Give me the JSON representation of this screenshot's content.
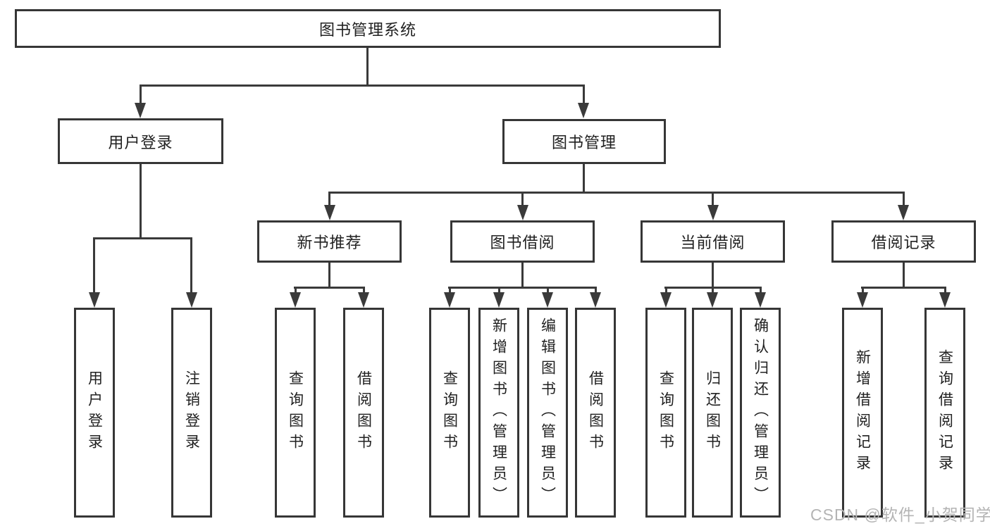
{
  "nodes": {
    "root": {
      "label": "图书管理系统"
    },
    "user_login": {
      "label": "用户登录"
    },
    "book_mgmt": {
      "label": "图书管理"
    },
    "new_book_rec": {
      "label": "新书推荐"
    },
    "book_borrow": {
      "label": "图书借阅"
    },
    "current_borrow": {
      "label": "当前借阅"
    },
    "borrow_records": {
      "label": "借阅记录"
    },
    "leaf_user_login": {
      "label": "用户登录"
    },
    "leaf_logout": {
      "label": "注销登录"
    },
    "leaf_nbr_query": {
      "label": "查询图书"
    },
    "leaf_nbr_borrow": {
      "label": "借阅图书"
    },
    "leaf_bb_query": {
      "label": "查询图书"
    },
    "leaf_bb_add": {
      "label": "新增图书（管理员）"
    },
    "leaf_bb_edit": {
      "label": "编辑图书（管理员）"
    },
    "leaf_bb_borrow": {
      "label": "借阅图书"
    },
    "leaf_cb_query": {
      "label": "查询图书"
    },
    "leaf_cb_return": {
      "label": "归还图书"
    },
    "leaf_cb_confirm": {
      "label": "确认归还（管理员）"
    },
    "leaf_br_add": {
      "label": "新增借阅记录"
    },
    "leaf_br_query": {
      "label": "查询借阅记录"
    }
  },
  "hierarchy": {
    "图书管理系统": {
      "用户登录": [
        "用户登录",
        "注销登录"
      ],
      "图书管理": {
        "新书推荐": [
          "查询图书",
          "借阅图书"
        ],
        "图书借阅": [
          "查询图书",
          "新增图书（管理员）",
          "编辑图书（管理员）",
          "借阅图书"
        ],
        "当前借阅": [
          "查询图书",
          "归还图书",
          "确认归还（管理员）"
        ],
        "借阅记录": [
          "新增借阅记录",
          "查询借阅记录"
        ]
      }
    }
  },
  "watermark": {
    "text": "CSDN @软件_小贺同学"
  },
  "colors": {
    "line": "#3a3a3a",
    "box_border": "#363636",
    "box_fill": "#ffffff",
    "text": "#212121",
    "watermark": "#b4b4b4",
    "background": "#ffffff"
  }
}
